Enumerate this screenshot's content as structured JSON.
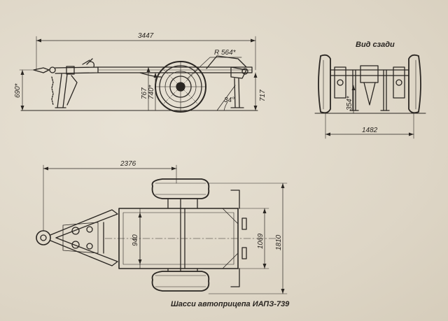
{
  "side_view": {
    "dim_length": "3447",
    "dim_radius": "R 564*",
    "dim_hitch_height": "690*",
    "dim_height_767": "767",
    "dim_height_740": "740*",
    "dim_angle": "34°",
    "dim_height_717": "717"
  },
  "rear_view": {
    "title": "Вид сзади",
    "dim_clearance": "354*",
    "dim_track": "1482"
  },
  "top_view": {
    "dim_length": "2376",
    "dim_frame_width": "940",
    "dim_1069": "1069",
    "dim_1810": "1810"
  },
  "caption": "Шасси автоприцепа ИАПЗ-739",
  "colors": {
    "ink": "#2a2622",
    "paper": "#e3dccd"
  }
}
